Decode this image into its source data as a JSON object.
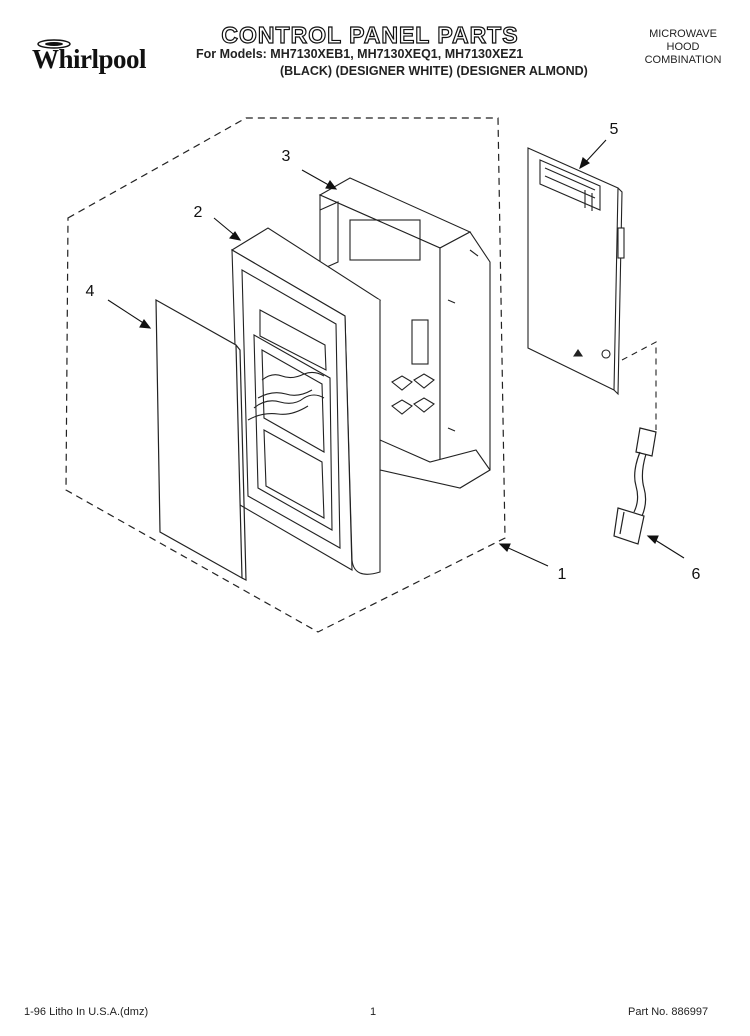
{
  "header": {
    "brand": "Whirlpool",
    "title": "CONTROL PANEL PARTS",
    "models_line": "For Models: MH7130XEB1, MH7130XEQ1, MH7130XEZ1",
    "variants_line": "(BLACK)  (DESIGNER WHITE) (DESIGNER ALMOND)",
    "product_type": [
      "MICROWAVE",
      "HOOD",
      "COMBINATION"
    ]
  },
  "callouts": {
    "c1": "1",
    "c2": "2",
    "c3": "3",
    "c4": "4",
    "c5": "5",
    "c6": "6"
  },
  "footer": {
    "litho": "1-96 Litho In U.S.A.(dmz)",
    "page": "1",
    "part_no": "Part No. 886997"
  }
}
